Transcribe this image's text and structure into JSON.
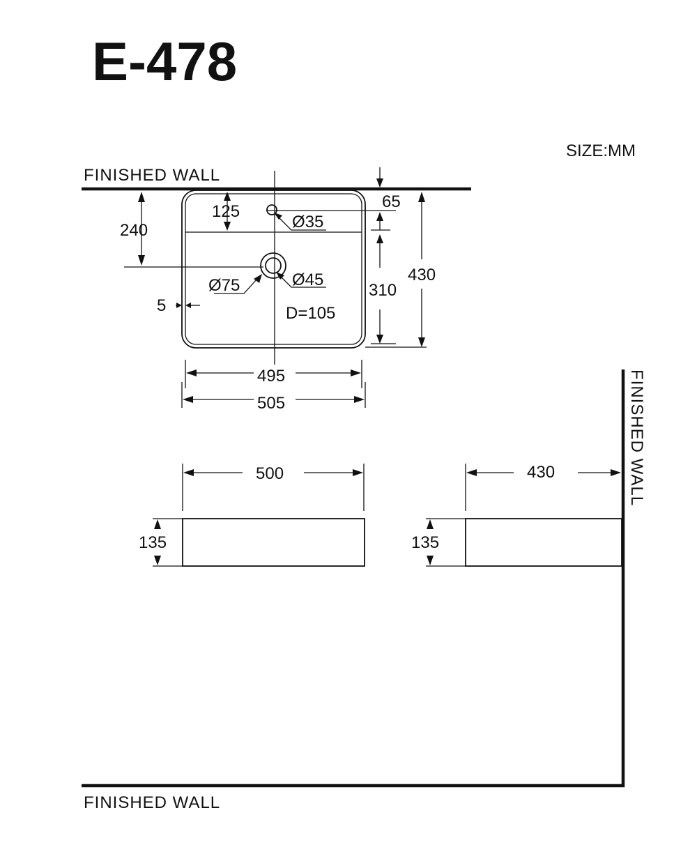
{
  "title": "E-478",
  "size_unit": "SIZE:MM",
  "walls": {
    "top_plan": "FINISHED WALL",
    "right_side": "FINISHED WALL",
    "bottom": "FINISHED WALL"
  },
  "plan_view": {
    "dim_wall_to_tap_hole": "65",
    "dim_tap_hole_to_ledge": "125",
    "dim_wall_to_drain": "240",
    "dim_rim": "5",
    "dim_inner_length": "310",
    "dim_total_depth": "430",
    "dim_inner_width": "495",
    "dim_outer_width": "505",
    "tap_hole": "Ø35",
    "drain_hole": "Ø45",
    "drain_outer": "Ø75",
    "bowl_depth": "D=105"
  },
  "front_view": {
    "width": "500",
    "height": "135"
  },
  "side_view": {
    "depth": "430",
    "height": "135"
  }
}
